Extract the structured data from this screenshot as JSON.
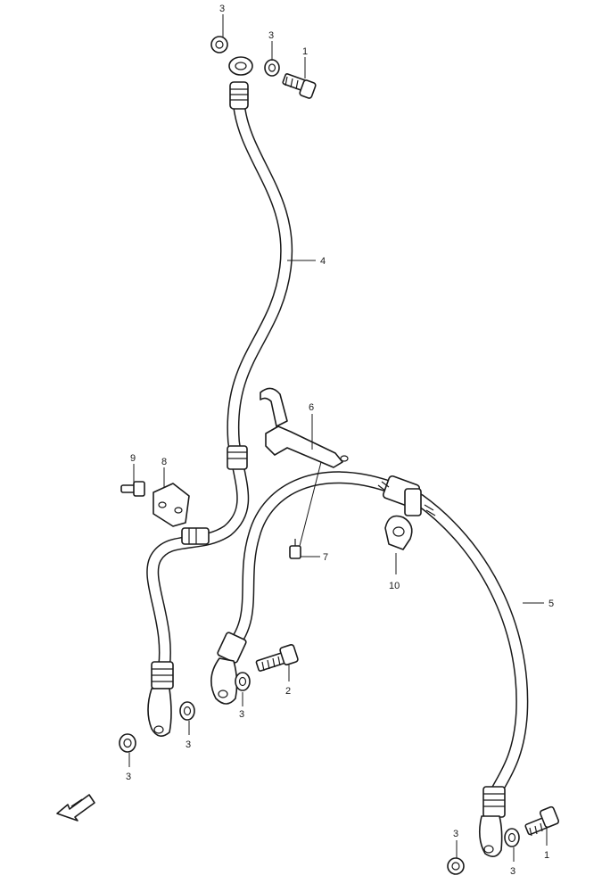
{
  "callouts": {
    "washer_top_left": "3",
    "washer_top_right": "3",
    "bolt_top": "1",
    "hose_upper": "4",
    "bracket_upper": "6",
    "bolt_small_left": "9",
    "clamp_left": "8",
    "bolt_bracket": "7",
    "clip_right": "10",
    "hose_lower": "5",
    "bolt_middle": "2",
    "washer_middle": "3",
    "washer_left_lower_a": "3",
    "washer_left_lower_b": "3",
    "washer_bottom_right_a": "3",
    "washer_bottom_right_b": "3",
    "bolt_bottom_right": "1"
  },
  "icons": {
    "front_arrow": "front-direction-arrow-icon"
  }
}
